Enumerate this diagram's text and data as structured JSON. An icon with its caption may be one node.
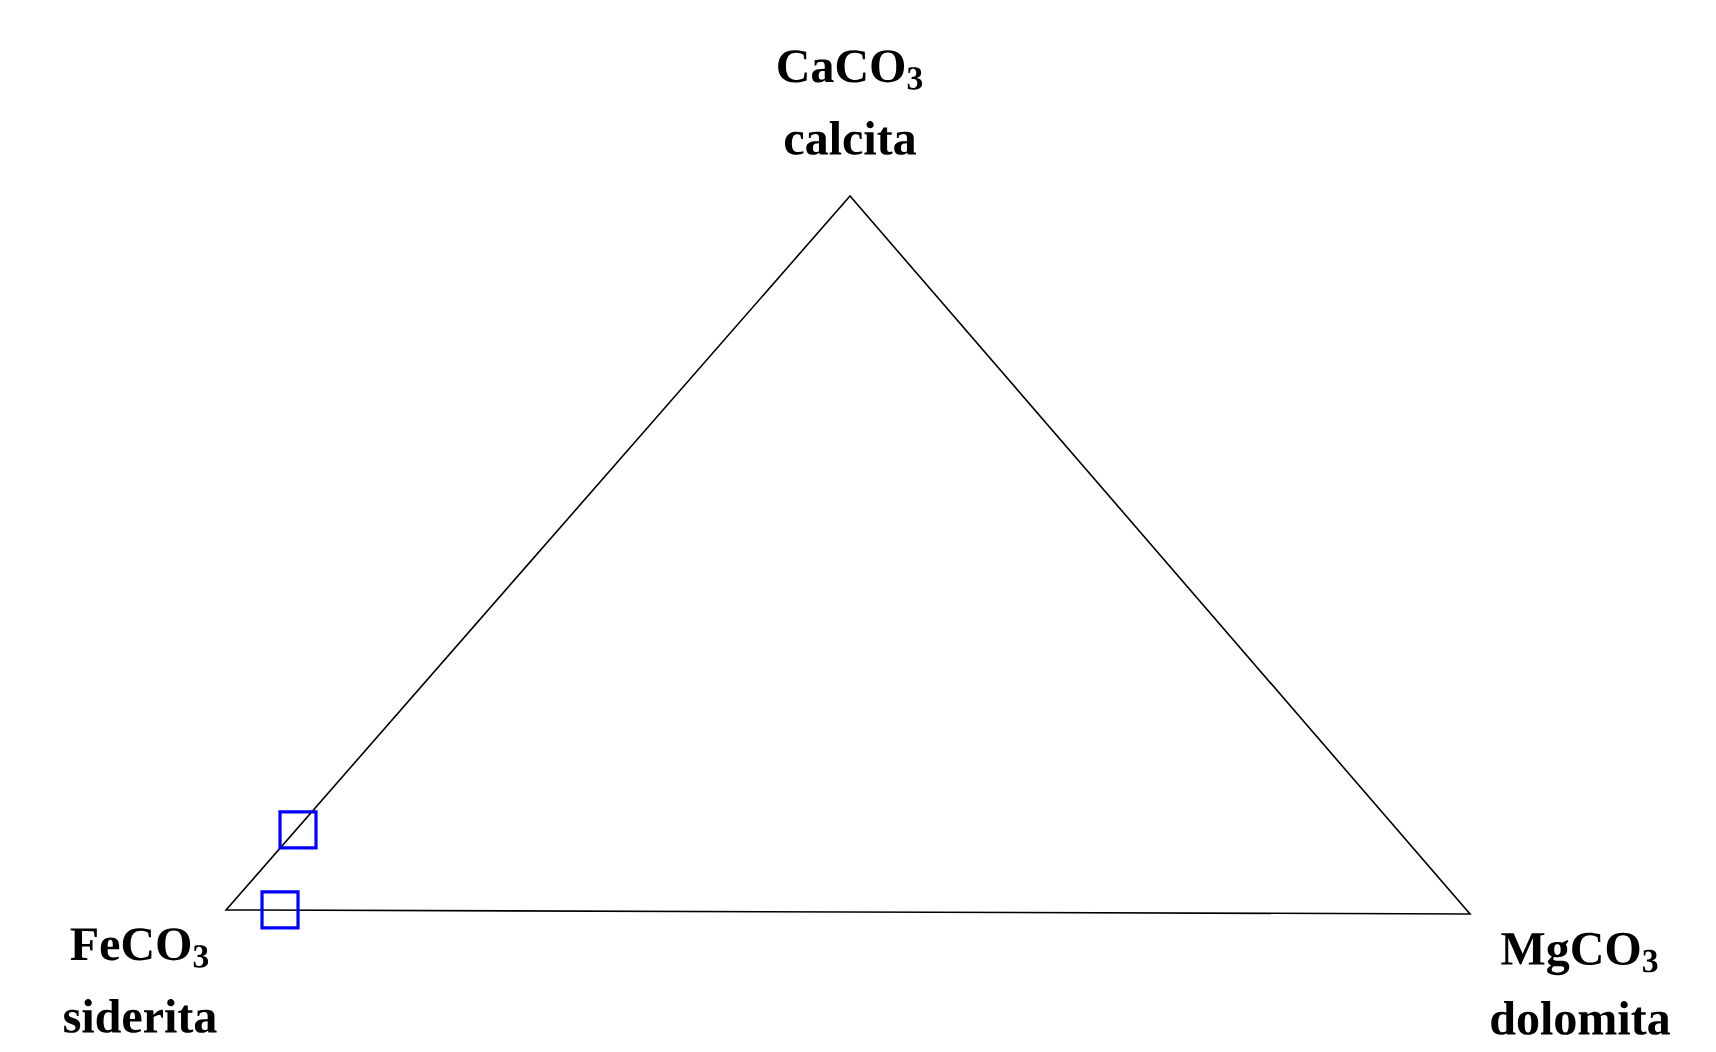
{
  "diagram": {
    "labels": [
      "CaCO$_{3}$",
      "calcita",
      "FeCO$_{3}$",
      "siderita",
      "MgCO$_{3}$",
      "dolomita"
    ]
  }
}
